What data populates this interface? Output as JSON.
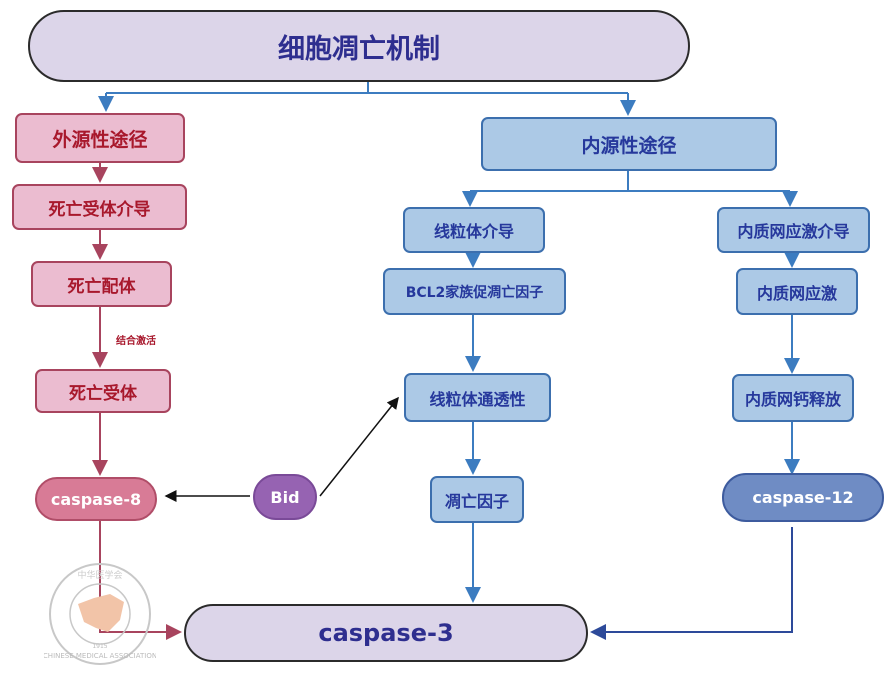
{
  "title": "细胞凋亡机制",
  "extrinsic": {
    "heading": "外源性途径",
    "steps": [
      "死亡受体介导",
      "死亡配体",
      "死亡受体"
    ],
    "edge_label": "结合激活",
    "caspase": "caspase-8"
  },
  "bid": "Bid",
  "intrinsic": {
    "heading": "内源性途径",
    "mitochondrial": {
      "heading": "线粒体介导",
      "steps": [
        "BCL2家族促凋亡因子",
        "线粒体通透性",
        "凋亡因子"
      ]
    },
    "er_stress": {
      "heading": "内质网应激介导",
      "steps": [
        "内质网应激",
        "内质网钙释放"
      ],
      "caspase": "caspase-12"
    }
  },
  "final": "caspase-3",
  "watermark": {
    "chinese": "中华医学会",
    "english": "CHINESE MEDICAL ASSOCIATION",
    "year": "1915"
  },
  "colors": {
    "extrinsic_edge": "#a8445e",
    "intrinsic_edge": "#3c7cc0",
    "bid_edge": "#111111",
    "er_final_edge": "#2d4a9a"
  }
}
